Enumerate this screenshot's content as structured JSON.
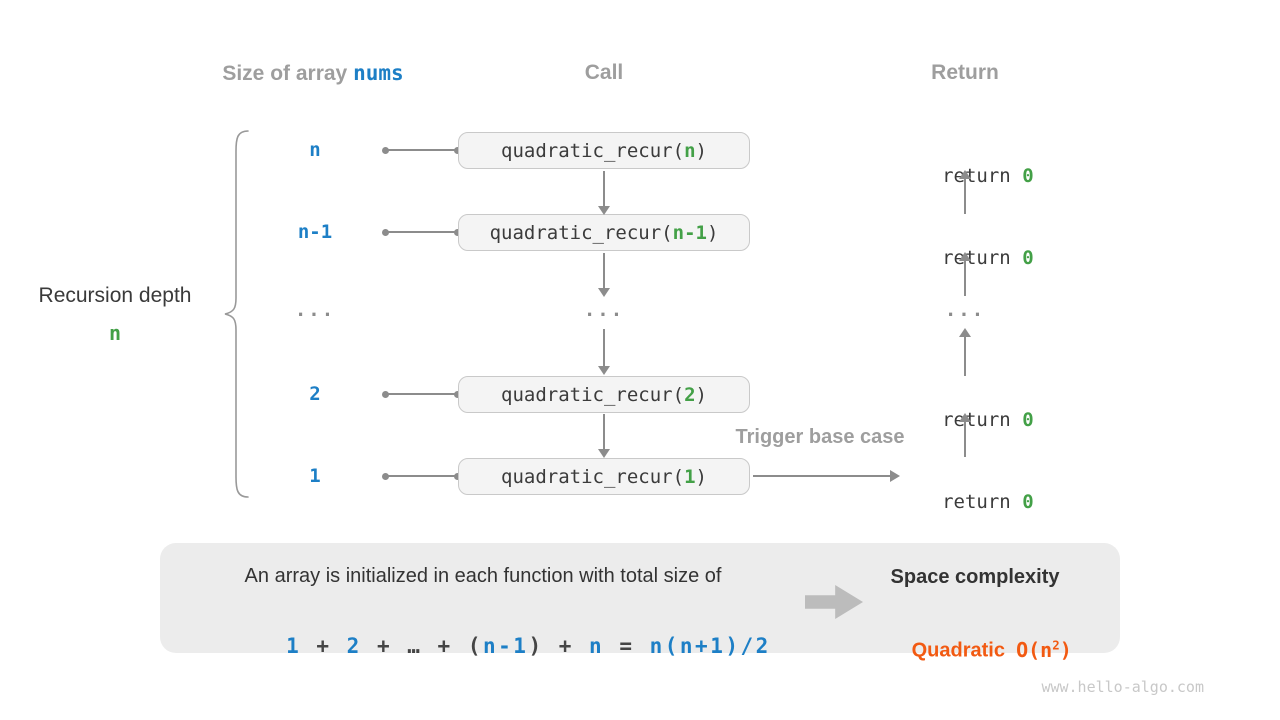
{
  "colors": {
    "blue": "#1d7fc6",
    "green": "#43a047",
    "orange": "#f25a12",
    "gray-label": "#9e9e9e",
    "dark": "#3b3b3b",
    "arrow": "#8c8c8c",
    "box-bg": "#f4f4f4",
    "box-border": "#c9c9c9",
    "panel-bg": "#ececec",
    "block-arrow": "#bcbcbc",
    "watermark": "#c8c8c8",
    "brace": "#999999"
  },
  "headers": {
    "size_label": "Size of array ",
    "size_code": "nums",
    "call": "Call",
    "return": "Return"
  },
  "depth": {
    "label": "Recursion depth",
    "value": "n"
  },
  "rows": [
    {
      "size": "n",
      "fn": "quadratic_recur(",
      "arg": "n",
      "close": ")",
      "ret_kw": "return ",
      "ret_val": "0"
    },
    {
      "size": "n-1",
      "fn": "quadratic_recur(",
      "arg": "n-1",
      "close": ")",
      "ret_kw": "return ",
      "ret_val": "0"
    },
    {
      "size": "2",
      "fn": "quadratic_recur(",
      "arg": "2",
      "close": ")",
      "ret_kw": "return ",
      "ret_val": "0"
    },
    {
      "size": "1",
      "fn": "quadratic_recur(",
      "arg": "1",
      "close": ")",
      "ret_kw": "return ",
      "ret_val": "0"
    }
  ],
  "ellipsis": {
    "size": "...",
    "call": "...",
    "ret": "..."
  },
  "trigger_label": "Trigger base case",
  "summary": {
    "line1": "An array is initialized in each function with total size of",
    "formula": [
      {
        "t": "1"
      },
      {
        "t": " + "
      },
      {
        "t": "2"
      },
      {
        "t": " + "
      },
      {
        "t": "…"
      },
      {
        "t": " + "
      },
      {
        "t": "("
      },
      {
        "t": "n-1"
      },
      {
        "t": ")"
      },
      {
        "t": " + "
      },
      {
        "t": "n"
      },
      {
        "t": " = "
      },
      {
        "t": "n(n+1)/2"
      }
    ],
    "space_title": "Space complexity",
    "complexity_name": "Quadratic  ",
    "complexity_o_open": "O(n",
    "complexity_exp": "2",
    "complexity_o_close": ")"
  },
  "watermark": "www.hello-algo.com"
}
